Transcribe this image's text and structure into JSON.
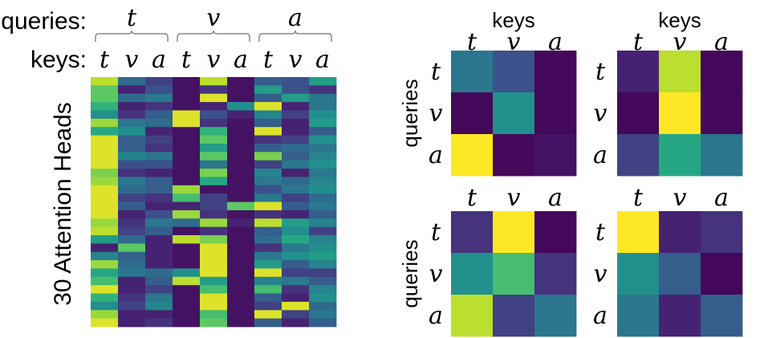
{
  "chart_data": [
    {
      "type": "heatmap",
      "title": "",
      "query_header_label": "queries:",
      "key_header_label": "keys:",
      "ylabel": "30 Attention Heads",
      "query_groups": [
        "t",
        "v",
        "a"
      ],
      "columns": [
        "t",
        "v",
        "a",
        "t",
        "v",
        "a",
        "t",
        "v",
        "a"
      ],
      "colormap": "viridis",
      "value_range": [
        0,
        1
      ],
      "values": [
        [
          0.9,
          0.35,
          0.2,
          0.05,
          0.9,
          0.05,
          0.3,
          0.25,
          0.55
        ],
        [
          0.75,
          0.1,
          0.25,
          0.05,
          0.15,
          0.05,
          0.55,
          0.25,
          0.15
        ],
        [
          0.75,
          0.35,
          0.4,
          0.05,
          0.95,
          0.05,
          0.3,
          0.55,
          0.4
        ],
        [
          0.65,
          0.1,
          0.15,
          0.05,
          0.1,
          0.5,
          0.95,
          0.1,
          0.4
        ],
        [
          0.5,
          0.15,
          0.3,
          0.95,
          0.25,
          0.1,
          0.45,
          0.2,
          0.5
        ],
        [
          0.85,
          0.4,
          0.35,
          0.95,
          0.15,
          0.05,
          0.3,
          0.1,
          0.55
        ],
        [
          0.6,
          0.5,
          0.1,
          0.05,
          0.65,
          0.05,
          0.95,
          0.1,
          0.3
        ],
        [
          0.95,
          0.3,
          0.2,
          0.05,
          0.75,
          0.05,
          0.15,
          0.2,
          0.5
        ],
        [
          0.95,
          0.3,
          0.15,
          0.05,
          0.55,
          0.05,
          0.3,
          0.35,
          0.4
        ],
        [
          0.95,
          0.45,
          0.4,
          0.05,
          0.75,
          0.05,
          0.8,
          0.3,
          0.45
        ],
        [
          0.95,
          0.25,
          0.25,
          0.05,
          0.4,
          0.05,
          0.2,
          0.4,
          0.5
        ],
        [
          0.8,
          0.15,
          0.1,
          0.05,
          0.8,
          0.05,
          0.45,
          0.1,
          0.4
        ],
        [
          0.85,
          0.4,
          0.3,
          0.05,
          0.6,
          0.05,
          0.4,
          0.35,
          0.45
        ],
        [
          0.95,
          0.35,
          0.3,
          0.85,
          0.05,
          0.05,
          0.25,
          0.4,
          0.5
        ],
        [
          0.95,
          0.2,
          0.15,
          0.7,
          0.2,
          0.05,
          0.4,
          0.2,
          0.35
        ],
        [
          0.95,
          0.3,
          0.1,
          0.1,
          0.2,
          0.75,
          0.95,
          0.3,
          0.4
        ],
        [
          0.95,
          0.1,
          0.25,
          0.85,
          0.15,
          0.05,
          0.15,
          0.1,
          0.3
        ],
        [
          0.85,
          0.15,
          0.4,
          0.35,
          0.85,
          0.1,
          0.9,
          0.55,
          0.45
        ],
        [
          0.9,
          0.2,
          0.3,
          0.05,
          0.15,
          0.05,
          0.3,
          0.5,
          0.2
        ],
        [
          0.55,
          0.35,
          0.1,
          0.9,
          0.8,
          0.05,
          0.35,
          0.6,
          0.45
        ],
        [
          0.1,
          0.75,
          0.1,
          0.05,
          0.95,
          0.05,
          0.15,
          0.4,
          0.5
        ],
        [
          0.45,
          0.3,
          0.1,
          0.05,
          0.95,
          0.05,
          0.4,
          0.5,
          0.55
        ],
        [
          0.85,
          0.35,
          0.1,
          0.05,
          0.95,
          0.05,
          0.55,
          0.3,
          0.45
        ],
        [
          0.6,
          0.4,
          0.35,
          0.5,
          0.95,
          0.05,
          0.95,
          0.2,
          0.2
        ],
        [
          0.7,
          0.1,
          0.3,
          0.9,
          0.55,
          0.05,
          0.45,
          0.4,
          0.3
        ],
        [
          0.95,
          0.1,
          0.2,
          0.05,
          0.7,
          0.05,
          0.7,
          0.15,
          0.45
        ],
        [
          0.65,
          0.15,
          0.4,
          0.05,
          0.95,
          0.05,
          0.3,
          0.1,
          0.5
        ],
        [
          0.5,
          0.2,
          0.45,
          0.05,
          0.95,
          0.05,
          0.2,
          0.95,
          0.35
        ],
        [
          0.85,
          0.1,
          0.1,
          0.05,
          0.7,
          0.05,
          0.95,
          0.2,
          0.4
        ],
        [
          0.95,
          0.1,
          0.15,
          0.05,
          0.75,
          0.05,
          0.3,
          0.1,
          0.3
        ]
      ]
    },
    {
      "type": "heatmap",
      "xlabel": "keys",
      "ylabel": "queries",
      "categories": [
        "t",
        "v",
        "a"
      ],
      "colormap": "viridis",
      "value_range": [
        0,
        1
      ],
      "values": [
        [
          0.4,
          0.25,
          0.02
        ],
        [
          0.02,
          0.5,
          0.02
        ],
        [
          1.0,
          0.02,
          0.05
        ]
      ]
    },
    {
      "type": "heatmap",
      "xlabel": "keys",
      "ylabel": "",
      "categories": [
        "t",
        "v",
        "a"
      ],
      "colormap": "viridis",
      "value_range": [
        0,
        1
      ],
      "values": [
        [
          0.1,
          0.9,
          0.02
        ],
        [
          0.02,
          1.0,
          0.02
        ],
        [
          0.2,
          0.6,
          0.4
        ]
      ]
    },
    {
      "type": "heatmap",
      "xlabel": "",
      "ylabel": "queries",
      "categories": [
        "t",
        "v",
        "a"
      ],
      "colormap": "viridis",
      "value_range": [
        0,
        1
      ],
      "values": [
        [
          0.15,
          1.0,
          0.02
        ],
        [
          0.5,
          0.7,
          0.15
        ],
        [
          0.9,
          0.2,
          0.4
        ]
      ]
    },
    {
      "type": "heatmap",
      "xlabel": "",
      "ylabel": "",
      "categories": [
        "t",
        "v",
        "a"
      ],
      "colormap": "viridis",
      "value_range": [
        0,
        1
      ],
      "values": [
        [
          1.0,
          0.1,
          0.15
        ],
        [
          0.5,
          0.3,
          0.02
        ],
        [
          0.4,
          0.1,
          0.3
        ]
      ]
    }
  ]
}
